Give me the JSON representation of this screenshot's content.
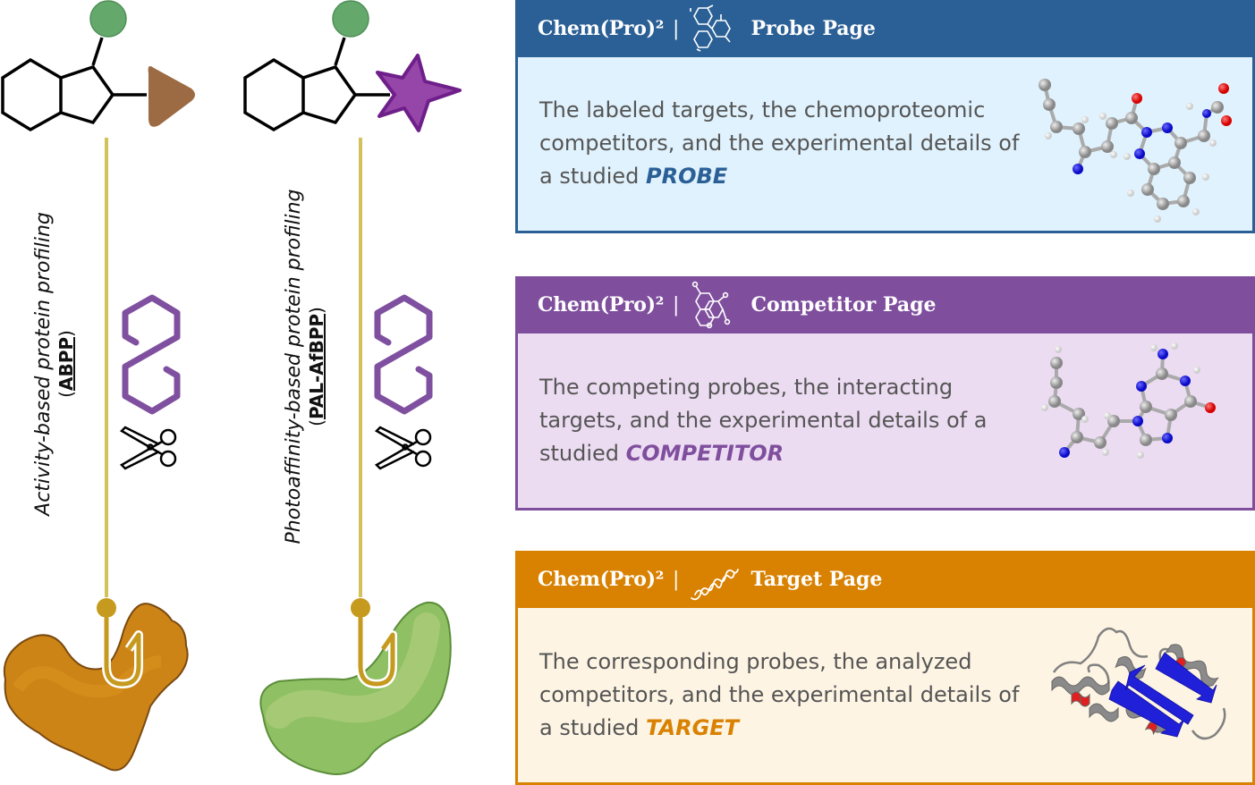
{
  "left_methods": [
    {
      "label_line1": "Activity-based protein profiling",
      "label_open": "(",
      "label_abbr": "ABPP",
      "label_close": ")",
      "warhead_icon": "triangle-warhead-icon",
      "protein_icon": "orange-protein-icon"
    },
    {
      "label_line1": "Photoaffinity-based protein profiling",
      "label_open": "(",
      "label_abbr": "PAL-AfBPP",
      "label_close": ")",
      "warhead_icon": "star-photoreactive-icon",
      "protein_icon": "green-protein-icon"
    }
  ],
  "panels": [
    {
      "brand": "Chem(Pro)²",
      "separator": "|",
      "title": "Probe Page",
      "icon": "polycyclic-molecule-icon",
      "text": "The labeled targets, the chemoproteomic competitors, and the experimental details of a studied ",
      "emphasis": "PROBE",
      "image": "probe-molecule-3d",
      "colors": {
        "header": "#2b6096",
        "body": "#e0f2fd",
        "emphasis": "#2b6096"
      }
    },
    {
      "brand": "Chem(Pro)²",
      "separator": "|",
      "title": "Competitor Page",
      "icon": "molecule-structure-icon",
      "text": "The competing probes, the interacting targets, and the experimental details of a studied ",
      "emphasis": "COMPETITOR",
      "image": "competitor-molecule-3d",
      "colors": {
        "header": "#7f4f9e",
        "body": "#ecdcf2",
        "emphasis": "#7f4f9e"
      }
    },
    {
      "brand": "Chem(Pro)²",
      "separator": "|",
      "title": "Target Page",
      "icon": "protein-helix-icon",
      "text": "The corresponding probes, the analyzed competitors, and the experimental details of a studied ",
      "emphasis": "TARGET",
      "image": "target-protein-cartoon",
      "colors": {
        "header": "#d98100",
        "body": "#fdf4e3",
        "emphasis": "#d98100"
      }
    }
  ]
}
